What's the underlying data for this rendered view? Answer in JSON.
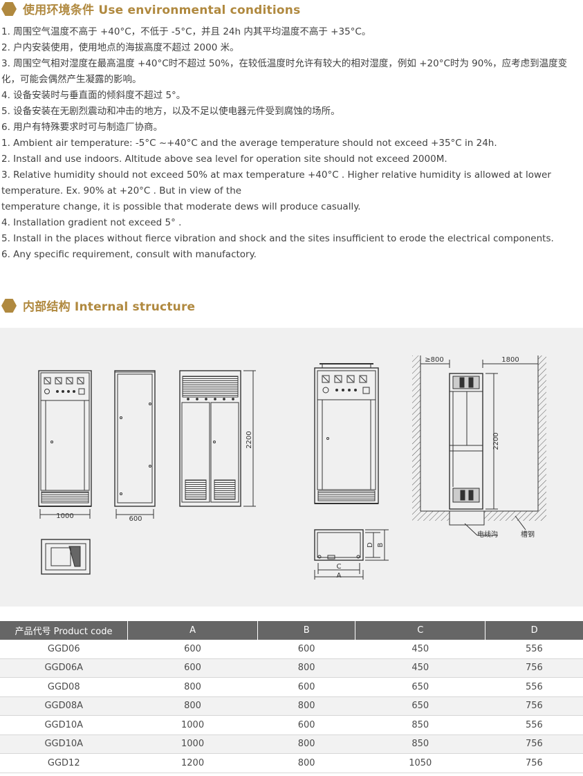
{
  "section1": {
    "title": "使用环境条件 Use environmental conditions",
    "lines": [
      "1. 周围空气温度不高于 +40°C，不低于 -5°C，并且 24h 内其平均温度不高于 +35°C。",
      "2. 户内安装使用，使用地点的海拔高度不超过 2000 米。",
      "3. 周围空气相对湿度在最高温度 +40°C时不超过 50%，在较低温度时允许有较大的相对湿度，例如 +20°C时为 90%，应考虑到温度变化，可能会偶然产生凝露的影响。",
      "4. 设备安装时与垂直面的倾斜度不超过 5°。",
      "5. 设备安装在无剧烈震动和冲击的地方，以及不足以使电器元件受到腐蚀的场所。",
      "6. 用户有特殊要求时可与制造厂协商。",
      "1. Ambient air temperature: -5°C ~+40°C and the average temperature should not exceed +35°C in 24h.",
      "2. Install and use indoors. Altitude above sea level for operation site should not exceed 2000M.",
      "3. Relative humidity should not exceed 50% at max temperature +40°C . Higher relative humidity is allowed at lower temperature. Ex. 90% at +20°C . But in view of the",
      "temperature change, it is possible that moderate dews will produce casually.",
      "4. Installation gradient not exceed 5° .",
      "5. Install in the places without fierce vibration and shock and the sites insufficient to erode the electrical components.",
      "6. Any specific requirement, consult with manufactory."
    ]
  },
  "section2": {
    "title": "内部结构 Internal structure"
  },
  "drawing": {
    "dim_1000": "1000",
    "dim_600": "600",
    "dim_2200_a": "2200",
    "dim_2200_b": "2200",
    "dim_800": "≥800",
    "dim_1800": "1800",
    "label_C": "C",
    "label_A": "A",
    "label_D": "D",
    "label_B": "B",
    "label_trench": "电线沟",
    "label_channel": "槽钢"
  },
  "table": {
    "headers": [
      "产品代号 Product code",
      "A",
      "B",
      "C",
      "D"
    ],
    "rows": [
      [
        "GGD06",
        "600",
        "600",
        "450",
        "556"
      ],
      [
        "GGD06A",
        "600",
        "800",
        "450",
        "756"
      ],
      [
        "GGD08",
        "800",
        "600",
        "650",
        "556"
      ],
      [
        "GGD08A",
        "800",
        "800",
        "650",
        "756"
      ],
      [
        "GGD10A",
        "1000",
        "600",
        "850",
        "556"
      ],
      [
        "GGD10A",
        "1000",
        "800",
        "850",
        "756"
      ],
      [
        "GGD12",
        "1200",
        "800",
        "1050",
        "756"
      ]
    ]
  },
  "colors": {
    "accent": "#b0893f",
    "header_bg": "#666666",
    "drawing_bg": "#f0f0f0"
  }
}
